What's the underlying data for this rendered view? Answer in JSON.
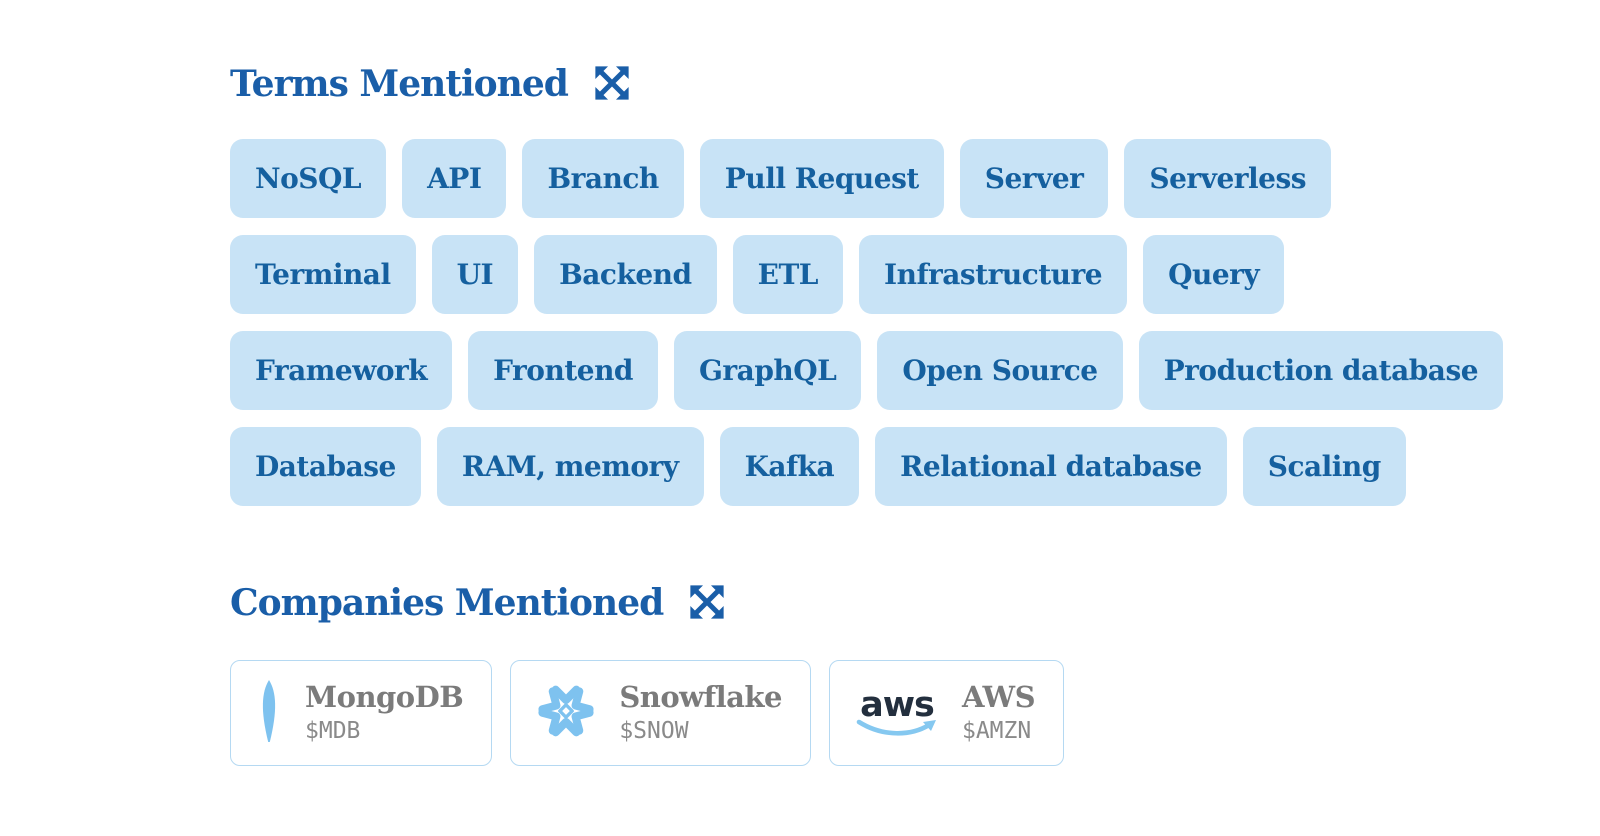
{
  "terms": {
    "title": "Terms Mentioned",
    "rows": [
      [
        "NoSQL",
        "API",
        "Branch",
        "Pull Request",
        "Server",
        "Serverless"
      ],
      [
        "Terminal",
        "UI",
        "Backend",
        "ETL",
        "Infrastructure",
        "Query"
      ],
      [
        "Framework",
        "Frontend",
        "GraphQL",
        "Open Source",
        "Production database"
      ],
      [
        "Database",
        "RAM, memory",
        "Kafka",
        "Relational database",
        "Scaling"
      ]
    ]
  },
  "companies": {
    "title": "Companies Mentioned",
    "items": [
      {
        "name": "MongoDB",
        "ticker": "$MDB",
        "icon": "mongodb-leaf-icon"
      },
      {
        "name": "Snowflake",
        "ticker": "$SNOW",
        "icon": "snowflake-icon"
      },
      {
        "name": "AWS",
        "ticker": "$AMZN",
        "icon": "aws-smile-logo-icon",
        "logo_text": "aws"
      }
    ]
  },
  "icons": {
    "section_expand": "expand-arrows-icon"
  },
  "colors": {
    "heading_blue": "#1a5ea8",
    "chip_background": "#c8e3f6",
    "chip_text": "#15609f",
    "card_border": "#b5d9f2",
    "company_name_gray": "#7b7b7b",
    "ticker_gray": "#8a8a8a",
    "brand_light_blue": "#7ec2ef",
    "aws_navy": "#232f3e",
    "page_background": "#ffffff"
  }
}
